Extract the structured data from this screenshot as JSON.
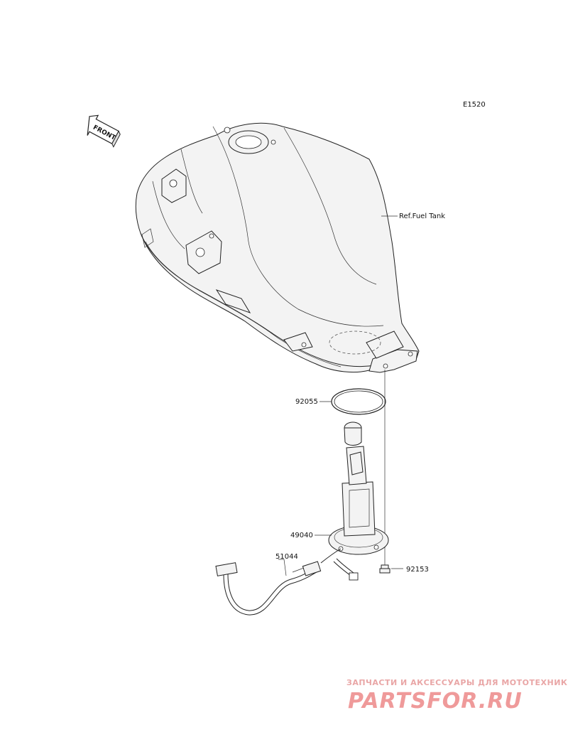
{
  "diagram": {
    "code": "E1520",
    "front_label": "FRONT",
    "ref_label": "Ref.Fuel Tank",
    "parts": [
      {
        "number": "92055"
      },
      {
        "number": "49040"
      },
      {
        "number": "51044"
      },
      {
        "number": "92153"
      }
    ]
  },
  "watermark": {
    "tagline": "ЗАПЧАСТИ И АКСЕССУАРЫ ДЛЯ МОТОТЕХНИКИ",
    "brand": "PARTSFOR.RU",
    "color": "#ef9a9a"
  }
}
